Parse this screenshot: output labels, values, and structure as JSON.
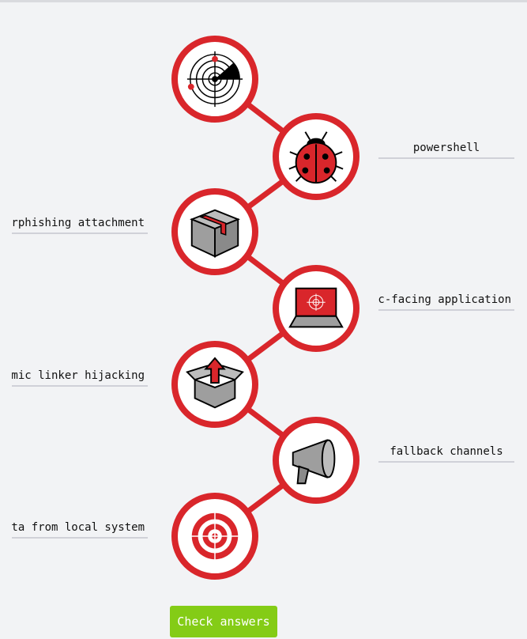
{
  "nodes": [
    {
      "icon": "radar-icon"
    },
    {
      "icon": "ladybug-icon",
      "answer": "powershell"
    },
    {
      "icon": "package-box-icon",
      "answer": "spearphishing attachment"
    },
    {
      "icon": "laptop-target-icon",
      "answer": "public-facing application"
    },
    {
      "icon": "open-box-upload-icon",
      "answer": "dynamic linker hijacking"
    },
    {
      "icon": "megaphone-icon",
      "answer": "fallback channels"
    },
    {
      "icon": "target-icon",
      "answer": "data from local system"
    }
  ],
  "button": {
    "label": "Check answers"
  },
  "colors": {
    "accent": "#d9262b",
    "button": "#84cc16"
  }
}
